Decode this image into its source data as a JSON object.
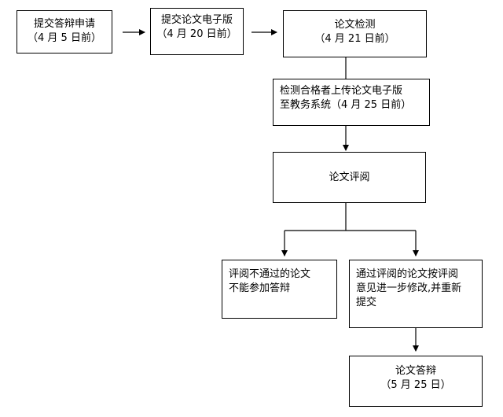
{
  "flow": {
    "step1": {
      "line1": "提交答辩申请",
      "line2": "（4 月 5 日前）"
    },
    "step2": {
      "line1": "提交论文电子版",
      "line2": "（4 月 20 日前）"
    },
    "step3": {
      "line1": "论文检测",
      "line2": "（4 月 21 日前）"
    },
    "step4": {
      "line1": "检测合格者上传论文电子版",
      "line2": "至教务系统（4 月 25 日前）"
    },
    "step5": {
      "line1": "论文评阅"
    },
    "fail": {
      "line1": "评阅不通过的论文",
      "line2": "不能参加答辩"
    },
    "pass": {
      "line1": "通过评阅的论文按评阅",
      "line2": "意见进一步修改,并重新",
      "line3": "提交"
    },
    "final": {
      "line1": "论文答辩",
      "line2": "（5 月 25 日）"
    }
  }
}
